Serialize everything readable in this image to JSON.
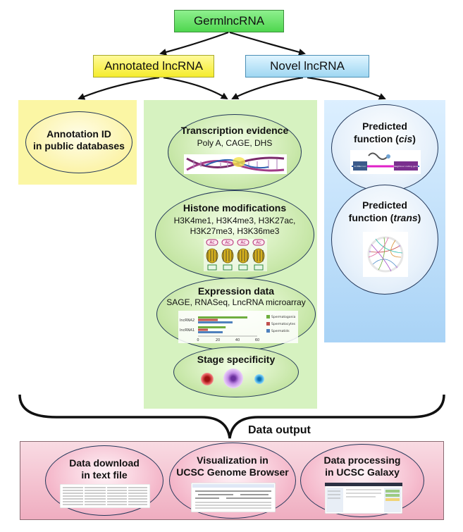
{
  "top": {
    "label": "GermlncRNA"
  },
  "annotated": {
    "label": "Annotated lncRNA"
  },
  "novel": {
    "label": "Novel lncRNA"
  },
  "annotation": {
    "line1": "Annotation ID",
    "line2": "in public databases"
  },
  "evidence": [
    {
      "title": "Transcription evidence",
      "subtitle": "Poly A, CAGE, DHS"
    },
    {
      "title": "Histone modifications",
      "line1": "H3K4me1, H3K4me3, H3K27ac,",
      "line2": "H3K27me3, H3K36me3"
    },
    {
      "title": "Expression data",
      "subtitle": "SAGE, RNASeq, LncRNA microarray"
    },
    {
      "title": "Stage specificity"
    }
  ],
  "histone_mark": "Ac",
  "chart_data": {
    "type": "bar",
    "categories": [
      "lncRNA2",
      "lncRNA1"
    ],
    "series": [
      {
        "name": "Spermatogonia",
        "values": [
          50,
          28
        ]
      },
      {
        "name": "Spermatocytes",
        "values": [
          20,
          10
        ]
      },
      {
        "name": "Spermatids",
        "values": [
          35,
          25
        ]
      }
    ],
    "xlim": [
      0,
      60
    ],
    "xticks": [
      "0",
      "20",
      "40",
      "60"
    ],
    "colors": [
      "#6fae3f",
      "#c0504d",
      "#4f81bd"
    ]
  },
  "predicted": [
    {
      "line1": "Predicted",
      "line2_pre": "function (",
      "line2_em": "cis",
      "line2_post": ")"
    },
    {
      "line1": "Predicted",
      "line2_pre": "function (",
      "line2_em": "trans",
      "line2_post": ")"
    }
  ],
  "cis_labels": {
    "left": "lncRNA loci",
    "right": "Neighbour coding gene"
  },
  "data_output": {
    "label": "Data output"
  },
  "outputs": [
    {
      "line1": "Data download",
      "line2": "in text file"
    },
    {
      "line1": "Visualization in",
      "line2": "UCSC Genome Browser"
    },
    {
      "line1": "Data processing",
      "line2": "in UCSC Galaxy"
    }
  ],
  "colors": {
    "yellow_panel": "#fbf6a4",
    "green_panel": "#d6f2c0",
    "blue_panel": "#b9dcf8",
    "output_panel": "#f2b8c6"
  }
}
